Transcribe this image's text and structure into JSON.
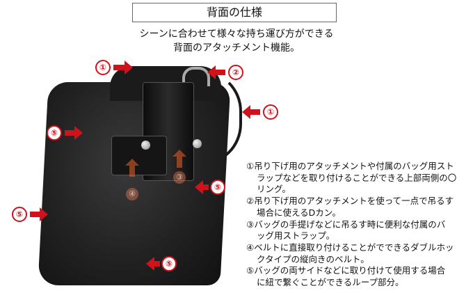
{
  "header": {
    "title": "背面の仕様",
    "subtitle_lines": [
      "シーンに合わせて様々な持ち運び方ができる",
      "背面のアタッチメント機能。"
    ]
  },
  "markers": [
    "①",
    "②",
    "①",
    "⑤",
    "⑤",
    "④",
    "③",
    "⑤",
    "⑤"
  ],
  "descriptions": [
    {
      "lines": [
        "①吊り下げ用のアタッチメントや付属のバッグ用スト",
        "ラップなどを取り付けることができる上部両側の〇",
        "リング。"
      ]
    },
    {
      "lines": [
        "②吊り下げ用のアタッチメントを使って一点で吊るす",
        "場合に使えるDカン。"
      ]
    },
    {
      "lines": [
        "③バッグの手提げなどに吊るす時に便利な付属のバ",
        "ッグ用ストラップ。"
      ]
    },
    {
      "lines": [
        "④ベルトに直接取り付けることがでできるダブルホッ",
        "クタイプの縦向きのベルト。"
      ]
    },
    {
      "lines": [
        "⑤バッグの両サイドなどに取り付けて使用する場合",
        "に紐で繋ぐことができるループ部分。"
      ]
    }
  ],
  "colors": {
    "accent": "#d0121b"
  }
}
